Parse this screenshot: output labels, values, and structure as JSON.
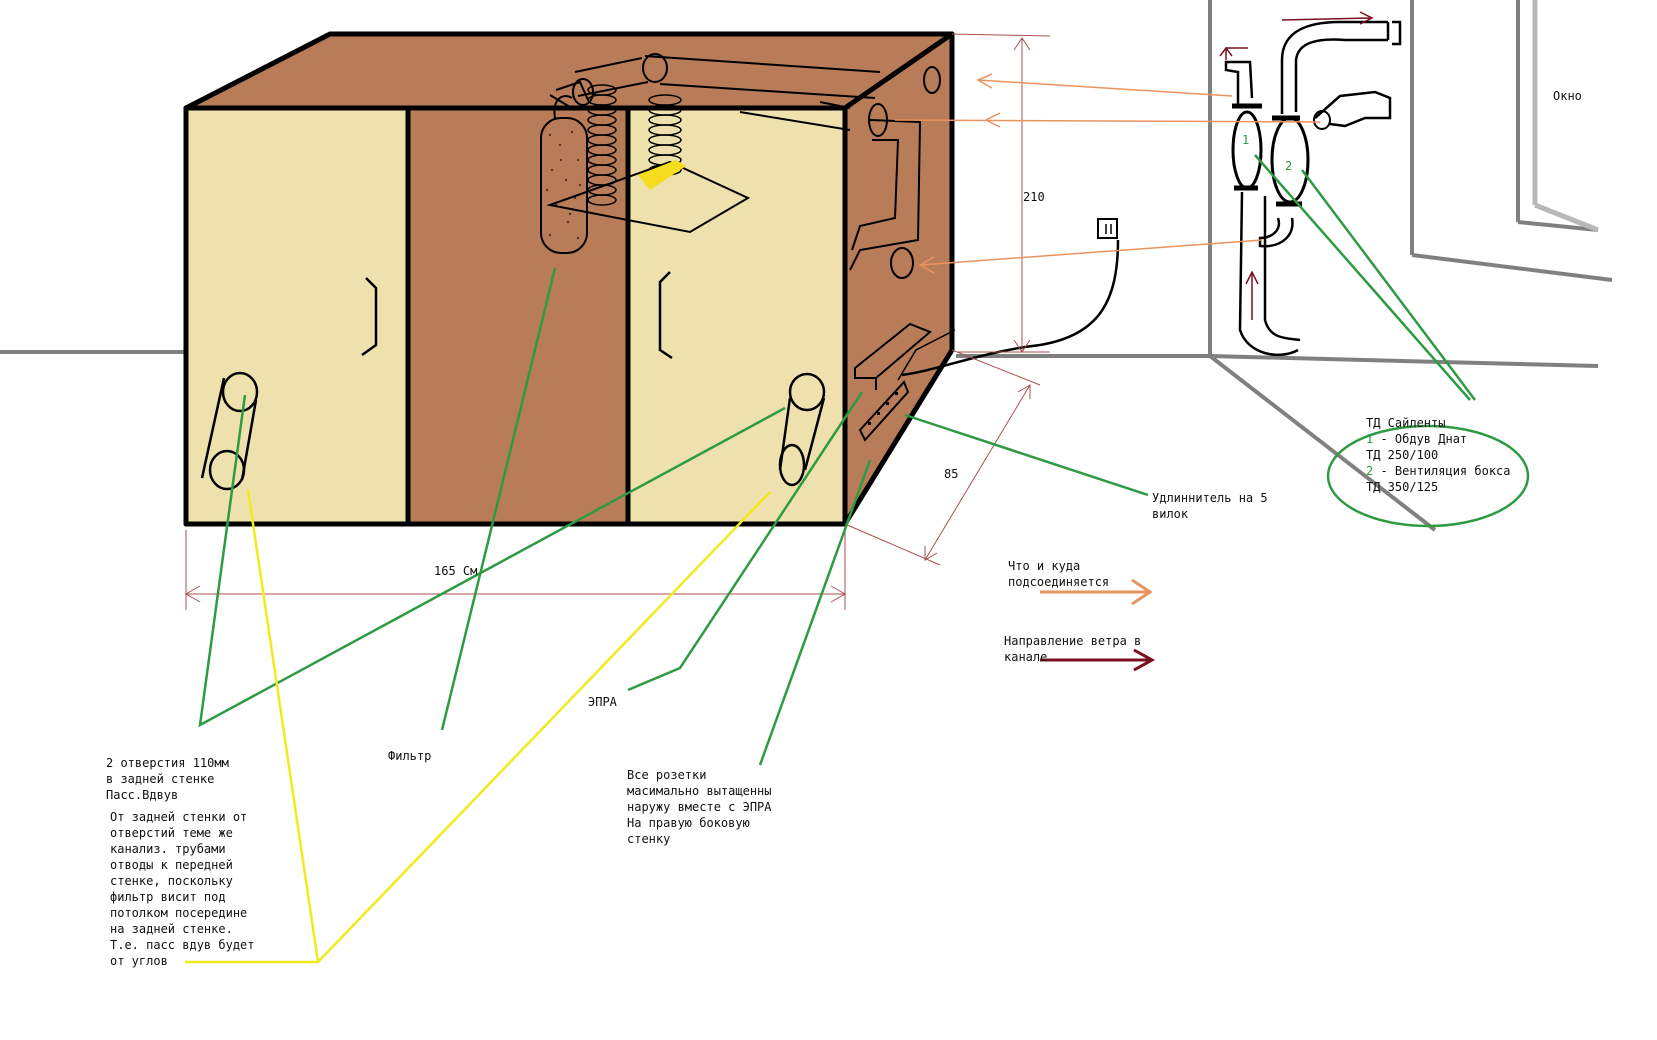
{
  "colors": {
    "box_brown": "#b87c58",
    "door_cream": "#efe1ad",
    "outline": "#000000",
    "wall_gray": "#808080",
    "callout_green": "#2e9b43",
    "callout_yellow": "#f2ea1a",
    "connect_orange": "#e9935e",
    "airflow_darkred": "#7a1020",
    "dimension_red": "#a85050",
    "filter_yellow": "#f5dd1e"
  },
  "dimensions": {
    "height": "210",
    "depth": "85",
    "width": "165 См"
  },
  "labels": {
    "window": "Окно",
    "extension_cord": [
      "Удлиннитель на 5",
      "вилок"
    ],
    "fans_title": "ТД Сайленты",
    "fan_1_number": "1",
    "fan_1_text": " - Обдув Днат",
    "fan_1_model": "ТД 250/100",
    "fan_2_number": "2",
    "fan_2_text": " - Вентиляция бокса",
    "fan_2_model": "ТД 350/125",
    "fan_marker_1": "1",
    "fan_marker_2": "2",
    "legend_connect": [
      "Что и куда",
      "подсоединяется"
    ],
    "legend_airflow": [
      "Направление ветра в",
      "канале"
    ],
    "ballast": "ЭПРА",
    "filter": "Фильтр",
    "holes": [
      "2 отверстия 110мм",
      "в задней стенке",
      "Пасс.Вдвув"
    ],
    "pipes_note": [
      "От задней стенки от",
      "отверстий теме же",
      "канализ. трубами",
      "отводы к передней",
      "стенке, поскольку",
      "фильтр висит под",
      "потолком посередине",
      "на задней стенке.",
      "Т.е. пасс вдув будет",
      "от углов"
    ],
    "outlets_note": [
      "Все розетки",
      "масимально вытащенны",
      "наружу вместе с ЭПРА",
      "На правую боковую",
      "стенку"
    ]
  }
}
